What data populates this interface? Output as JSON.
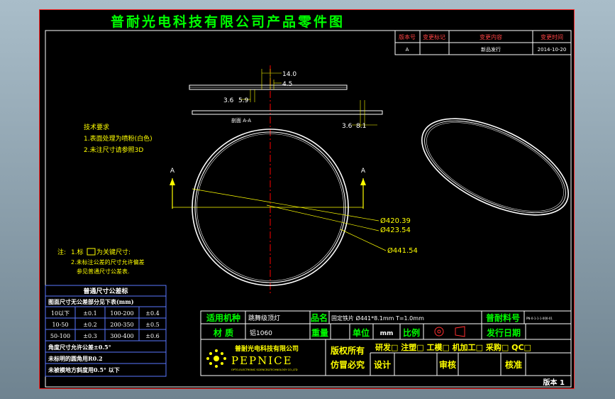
{
  "title": "普耐光电科技有限公司产品零件图",
  "revision_table": {
    "headers": [
      "版本号",
      "变更标记",
      "变更内容",
      "变更时间"
    ],
    "row": [
      "A",
      "",
      "新品发行",
      "2014-10-20"
    ]
  },
  "section_label": "剖面 A-A",
  "section_marker": "A",
  "dimensions": {
    "top_total": "14.0",
    "top_groove": "4.5",
    "top_left": "3.6",
    "top_left2": "5.9",
    "right_left": "3.6",
    "right_right": "8.1"
  },
  "diameters": [
    "Ø420.39",
    "Ø423.54",
    "Ø441.54"
  ],
  "tech_requirements": {
    "heading": "技术要求",
    "items": [
      "1.表面处理为喷粉(白色)",
      "2.未注尺寸请参照3D"
    ]
  },
  "notes": {
    "lead": "注:",
    "line1_prefix": "1.标",
    "line1_suffix": "为关键尺寸:",
    "line2": "2.未标注公差的尺寸允许偏差",
    "line3": "参见普通尺寸公差表."
  },
  "tolerance_table": {
    "title": "普通尺寸公差标",
    "subtitle": "图面尺寸无公差部分见下表(mm)",
    "rows": [
      [
        "10以下",
        "±0.1",
        "100-200",
        "±0.4"
      ],
      [
        "10-50",
        "±0.2",
        "200-350",
        "±0.5"
      ],
      [
        "50-100",
        "±0.3",
        "300-400",
        "±0.6"
      ]
    ],
    "notes": [
      "角度尺寸允许公差±0.5°",
      "未标明的圆角用R0.2",
      "未被模地方斜度用0.5° 以下"
    ]
  },
  "title_block": {
    "labels": {
      "model": "适用机种",
      "part_name": "品名",
      "part_no": "普耐料号",
      "material": "材  质",
      "weight": "重量",
      "unit": "单位",
      "scale": "比例",
      "release_date": "发行日期",
      "copyright1": "版权所有",
      "copyright2": "仿冒必究",
      "design": "设计",
      "review": "审核",
      "approve": "核准"
    },
    "values": {
      "model": "跳舞级顶灯",
      "part_name": "固定铁片 Ø441*8.1mm  T=1.0mm",
      "part_no": "PN-0-1-1-1-000-01",
      "material": "铝1060",
      "unit": "mm"
    },
    "company_cn": "普耐光电科技有限公司",
    "company_logo_text": "PEPNICE",
    "company_en": "OPTO-ELECTRONIC SCIENCE&TECHNOLOGY CO.,LTD",
    "processes": "研发□ 注塑□ 工模□ 机加工□ 采购□ QC□"
  },
  "version": "版本 1",
  "colors": {
    "sheet": "#000000",
    "frame": "#ff2a2a",
    "geometry": "#ffffff",
    "dims": "#ffff00",
    "title_green": "#00ff00",
    "table_blue": "#5a78ff",
    "centerline": "#ff0000"
  }
}
